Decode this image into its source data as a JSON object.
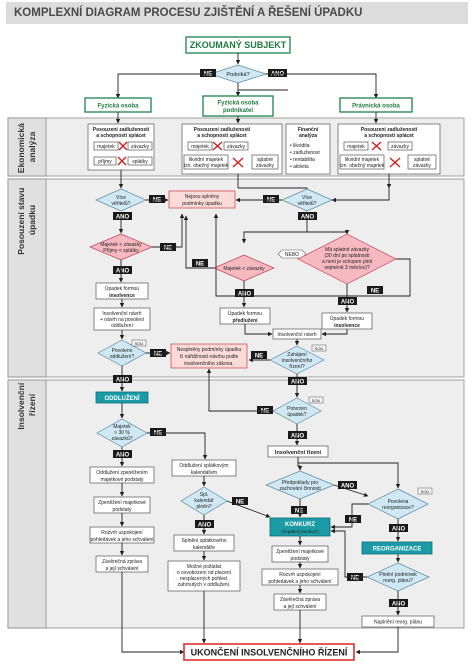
{
  "title": "KOMPLEXNÍ DIAGRAM PROCESU ZJIŠTĚNÍ A ŘEŠENÍ ÚPADKU",
  "start": "ZKOUMANÝ SUBJEKT",
  "end": "UKONČENÍ INSOLVENČNÍHO ŘÍZENÍ",
  "labels": {
    "ne": "NE",
    "ano": "ANO",
    "nebo": "NEBO",
    "sou": "SOU"
  },
  "sections": {
    "s1": [
      "Ekonomická",
      "analýza"
    ],
    "s2": [
      "Posouzení stavu",
      "úpadku"
    ],
    "s3": [
      "Insolvenční",
      "řízení"
    ]
  },
  "top": {
    "q_podnika": "Podniká?",
    "fyzicka": "Fyzická osoba",
    "fyzicka_pod": [
      "Fyzická osoba",
      "podnikatel"
    ],
    "pravnicka": "Právnická osoba"
  },
  "econ": {
    "pos1": [
      "Posouzení zadluženosti",
      "a schopnosti splácet"
    ],
    "pos2": [
      "Posouzení zadluženosti",
      "a schopnosti splácet"
    ],
    "pos3": [
      "Posouzení zadluženosti",
      "a schopnosti splácet"
    ],
    "majetek": "majetek",
    "zavazky": "závazky",
    "prijmy": "příjmy",
    "splatky": "splátky",
    "likvidni": [
      "likvidní majetek",
      "tzn. obežný majetek"
    ],
    "splatne": [
      "splatné",
      "závazky"
    ],
    "fin_title": [
      "Finanční",
      "analýza"
    ],
    "fin_items": [
      "• likvidita",
      "• zadluženost",
      "• rentabilita",
      "• aktivita"
    ]
  },
  "posouzeni": {
    "q_vice_veritelu_l": [
      "Více",
      "věřitelů?"
    ],
    "q_vice_veritelu_r": [
      "Více",
      "věřitelů?"
    ],
    "nesplneny1": [
      "Nejsou splněny",
      "podmínky úpadku"
    ],
    "d_majetek_prijmy": [
      "Majetek < závazky",
      "Příjmy < splátky"
    ],
    "d_majetek": "Majetek < závazky",
    "d_ma_splatne": [
      "Má splatné závazky",
      "(30 dní po splatnosti",
      "a není je schopen plnit",
      "nejméně 3 měsíce)?"
    ],
    "upadek_ins": [
      "Úpadek formou",
      "insolvence"
    ],
    "upadek_pre": [
      "Úpadek formou",
      "předlužení"
    ],
    "upadek_ins_r": [
      "Úpadek formou",
      "insolvence"
    ],
    "ins_navrh_l": [
      "Insolvenční návrh",
      "+ návrh na povolení",
      "oddlužení"
    ],
    "ins_navrh": "Insolvenční návrh",
    "q_povoleno_oddl": [
      "Povoleno",
      "oddlužení?"
    ],
    "nesplneny2": [
      "Nesplněny podmínky úpadku",
      "či nářdžností návrhu podle",
      "insolvenčního zákona."
    ],
    "q_zahajeni": [
      "Zahájení",
      "insolvenčního",
      "řízení?"
    ]
  },
  "insolv": {
    "oddluzeni": "ODDLUŽENÍ",
    "q_potvrzen": [
      "Potvrzen",
      "úpadek?"
    ],
    "ins_rizeni": "Insolvenční řízení",
    "q_majetek30": [
      "Majetek",
      "> 30 %",
      "závazků?"
    ],
    "zpenezeni": [
      "Oddlužení zpeněžením",
      "majetkové podstaty"
    ],
    "zpen_majetek": [
      "Zpeněžení majetkové",
      "podstaty"
    ],
    "rozvrh1": [
      "Rozvrh uspokojení",
      "pohledávek a jeho schválení"
    ],
    "zaverecna1": [
      "Závěrečná zpráva",
      "a její schválení"
    ],
    "splatkovy": [
      "Oddlužení splátkovým",
      "kalendářem"
    ],
    "q_spl_kal": [
      "Spl.",
      "kalendář",
      "plněn?"
    ],
    "splneni_spl": [
      "Splnění splátkového",
      "kalendáře"
    ],
    "mozne": [
      "Možné požádat",
      "o osvobození od placení",
      "nesplacených pohled.",
      "zahrnutých v oddlužení."
    ],
    "q_predpoklady": [
      "Předpoklady pro",
      "zachování činnosti"
    ],
    "konkurz": "KONKURZ",
    "konkurz_sub": "(nepatrný konkurz)",
    "zpen2": [
      "Zpeněžení majetkové",
      "podstaty"
    ],
    "rozvrh2": [
      "Rozvrh uspokojení",
      "pohledávek a jeho schválení"
    ],
    "zaverecna2": [
      "Závěrečná zpráva",
      "a její schválení"
    ],
    "q_povolena_reorg": [
      "Povolena",
      "reorganizace?"
    ],
    "reorganizace": "REORGANIZACE",
    "q_plneni": [
      "Plnění podmínek",
      "reorg. plánu?"
    ],
    "naplneni": "Naplnění reorg. plánu"
  }
}
